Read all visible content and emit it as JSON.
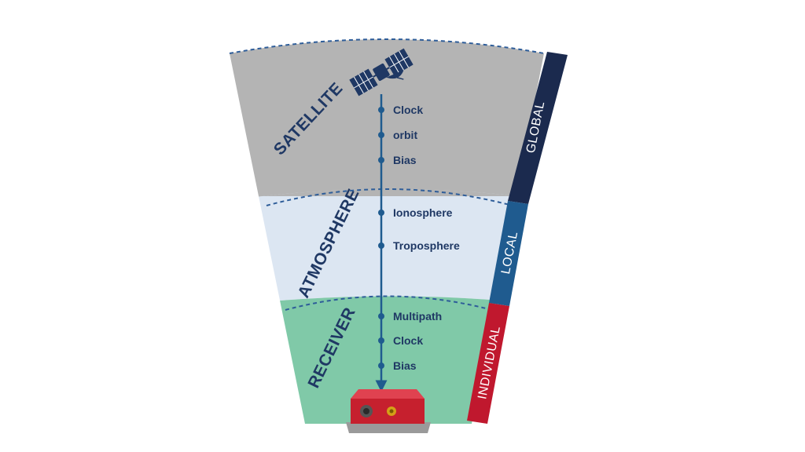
{
  "zones": {
    "satellite": {
      "label": "SATELLITE",
      "color": "#b4b4b4",
      "items": [
        "Clock",
        "orbit",
        "Bias"
      ]
    },
    "atmosphere": {
      "label": "ATMOSPHERE",
      "color": "#dce6f2",
      "items": [
        "Ionosphere",
        "Troposphere"
      ]
    },
    "receiver": {
      "label": "RECEIVER",
      "color": "#80c9a8",
      "items": [
        "Multipath",
        "Clock",
        "Bias"
      ]
    }
  },
  "scopes": {
    "global": {
      "label": "GLOBAL",
      "color": "#1b2a4e"
    },
    "local": {
      "label": "LOCAL",
      "color": "#1f5b8f"
    },
    "individual": {
      "label": "INDIVIDUAL",
      "color": "#c0182e"
    }
  },
  "colors": {
    "text": "#1f3864",
    "signal_line": "#1f5b8f",
    "boundary_dash": "#2e5d99"
  },
  "icons": {
    "satellite": "satellite-icon",
    "receiver": "gnss-receiver-icon"
  }
}
